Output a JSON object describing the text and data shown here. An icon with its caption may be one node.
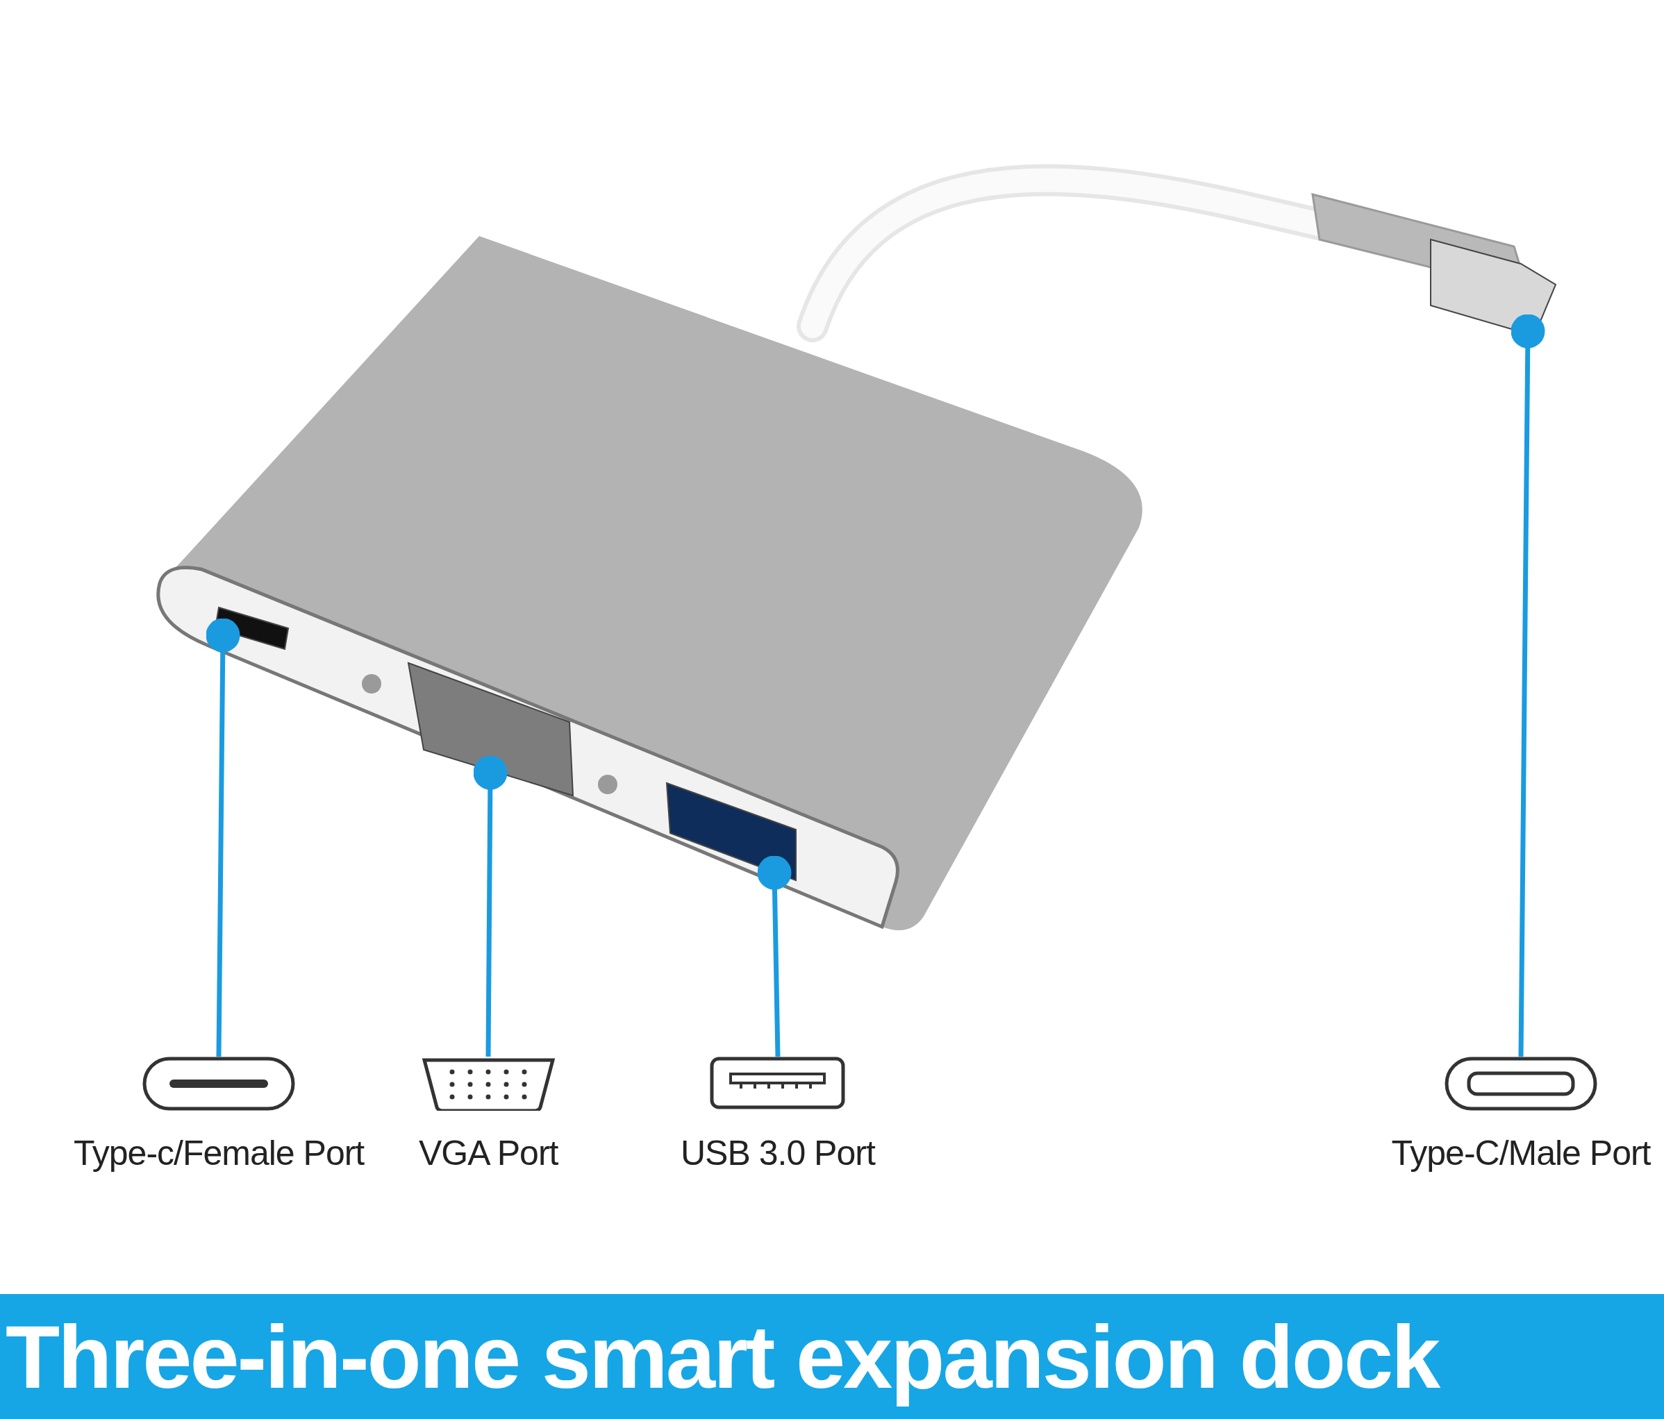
{
  "diagram": {
    "title": "Three-in-one smart expansion dock",
    "nodes": [
      {
        "text": [],
        "shape": "box"
      },
      {
        "text": [],
        "shape": "box"
      },
      {
        "text": [],
        "shape": "box"
      },
      {
        "text": [],
        "shape": "box"
      },
      {
        "text": [
          "Type-c/Female Port"
        ]
      },
      {
        "text": [
          "VGA Port"
        ]
      },
      {
        "text": [
          "USB 3.0 Port"
        ]
      },
      {
        "text": [
          "Type-C/Male Port"
        ]
      }
    ],
    "edges": [
      {
        "from": 4,
        "to": 0,
        "arrow": "other"
      },
      {
        "from": 5,
        "to": 1,
        "arrow": "other"
      },
      {
        "from": 6,
        "to": 2,
        "arrow": "other"
      },
      {
        "from": 7,
        "to": 3,
        "arrow": "other"
      }
    ]
  }
}
